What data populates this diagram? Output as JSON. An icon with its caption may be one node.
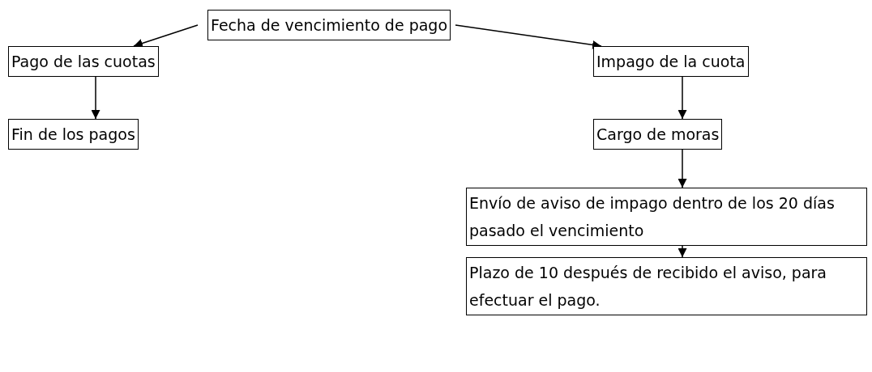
{
  "diagram": {
    "nodes": [
      {
        "text": [
          "Fecha de vencimiento de pago"
        ]
      },
      {
        "text": [
          "Pago de las cuotas"
        ]
      },
      {
        "text": [
          "Impago de la cuota"
        ]
      },
      {
        "text": [
          "Fin de los pagos"
        ]
      },
      {
        "text": [
          "Cargo de moras"
        ]
      },
      {
        "text": [
          "Envío de aviso de impago dentro de los 20 días pasado el vencimiento"
        ]
      },
      {
        "text": [
          "Plazo de 10 después de recibido el aviso, para efectuar el pago."
        ]
      }
    ],
    "edges": [
      {
        "from": 0,
        "to": 1,
        "arrow": "to"
      },
      {
        "from": 0,
        "to": 2,
        "arrow": "to"
      },
      {
        "from": 1,
        "to": 3,
        "arrow": "to"
      },
      {
        "from": 2,
        "to": 4,
        "arrow": "to"
      },
      {
        "from": 4,
        "to": 5,
        "arrow": "to"
      },
      {
        "from": 5,
        "to": 6,
        "arrow": "to"
      }
    ]
  }
}
